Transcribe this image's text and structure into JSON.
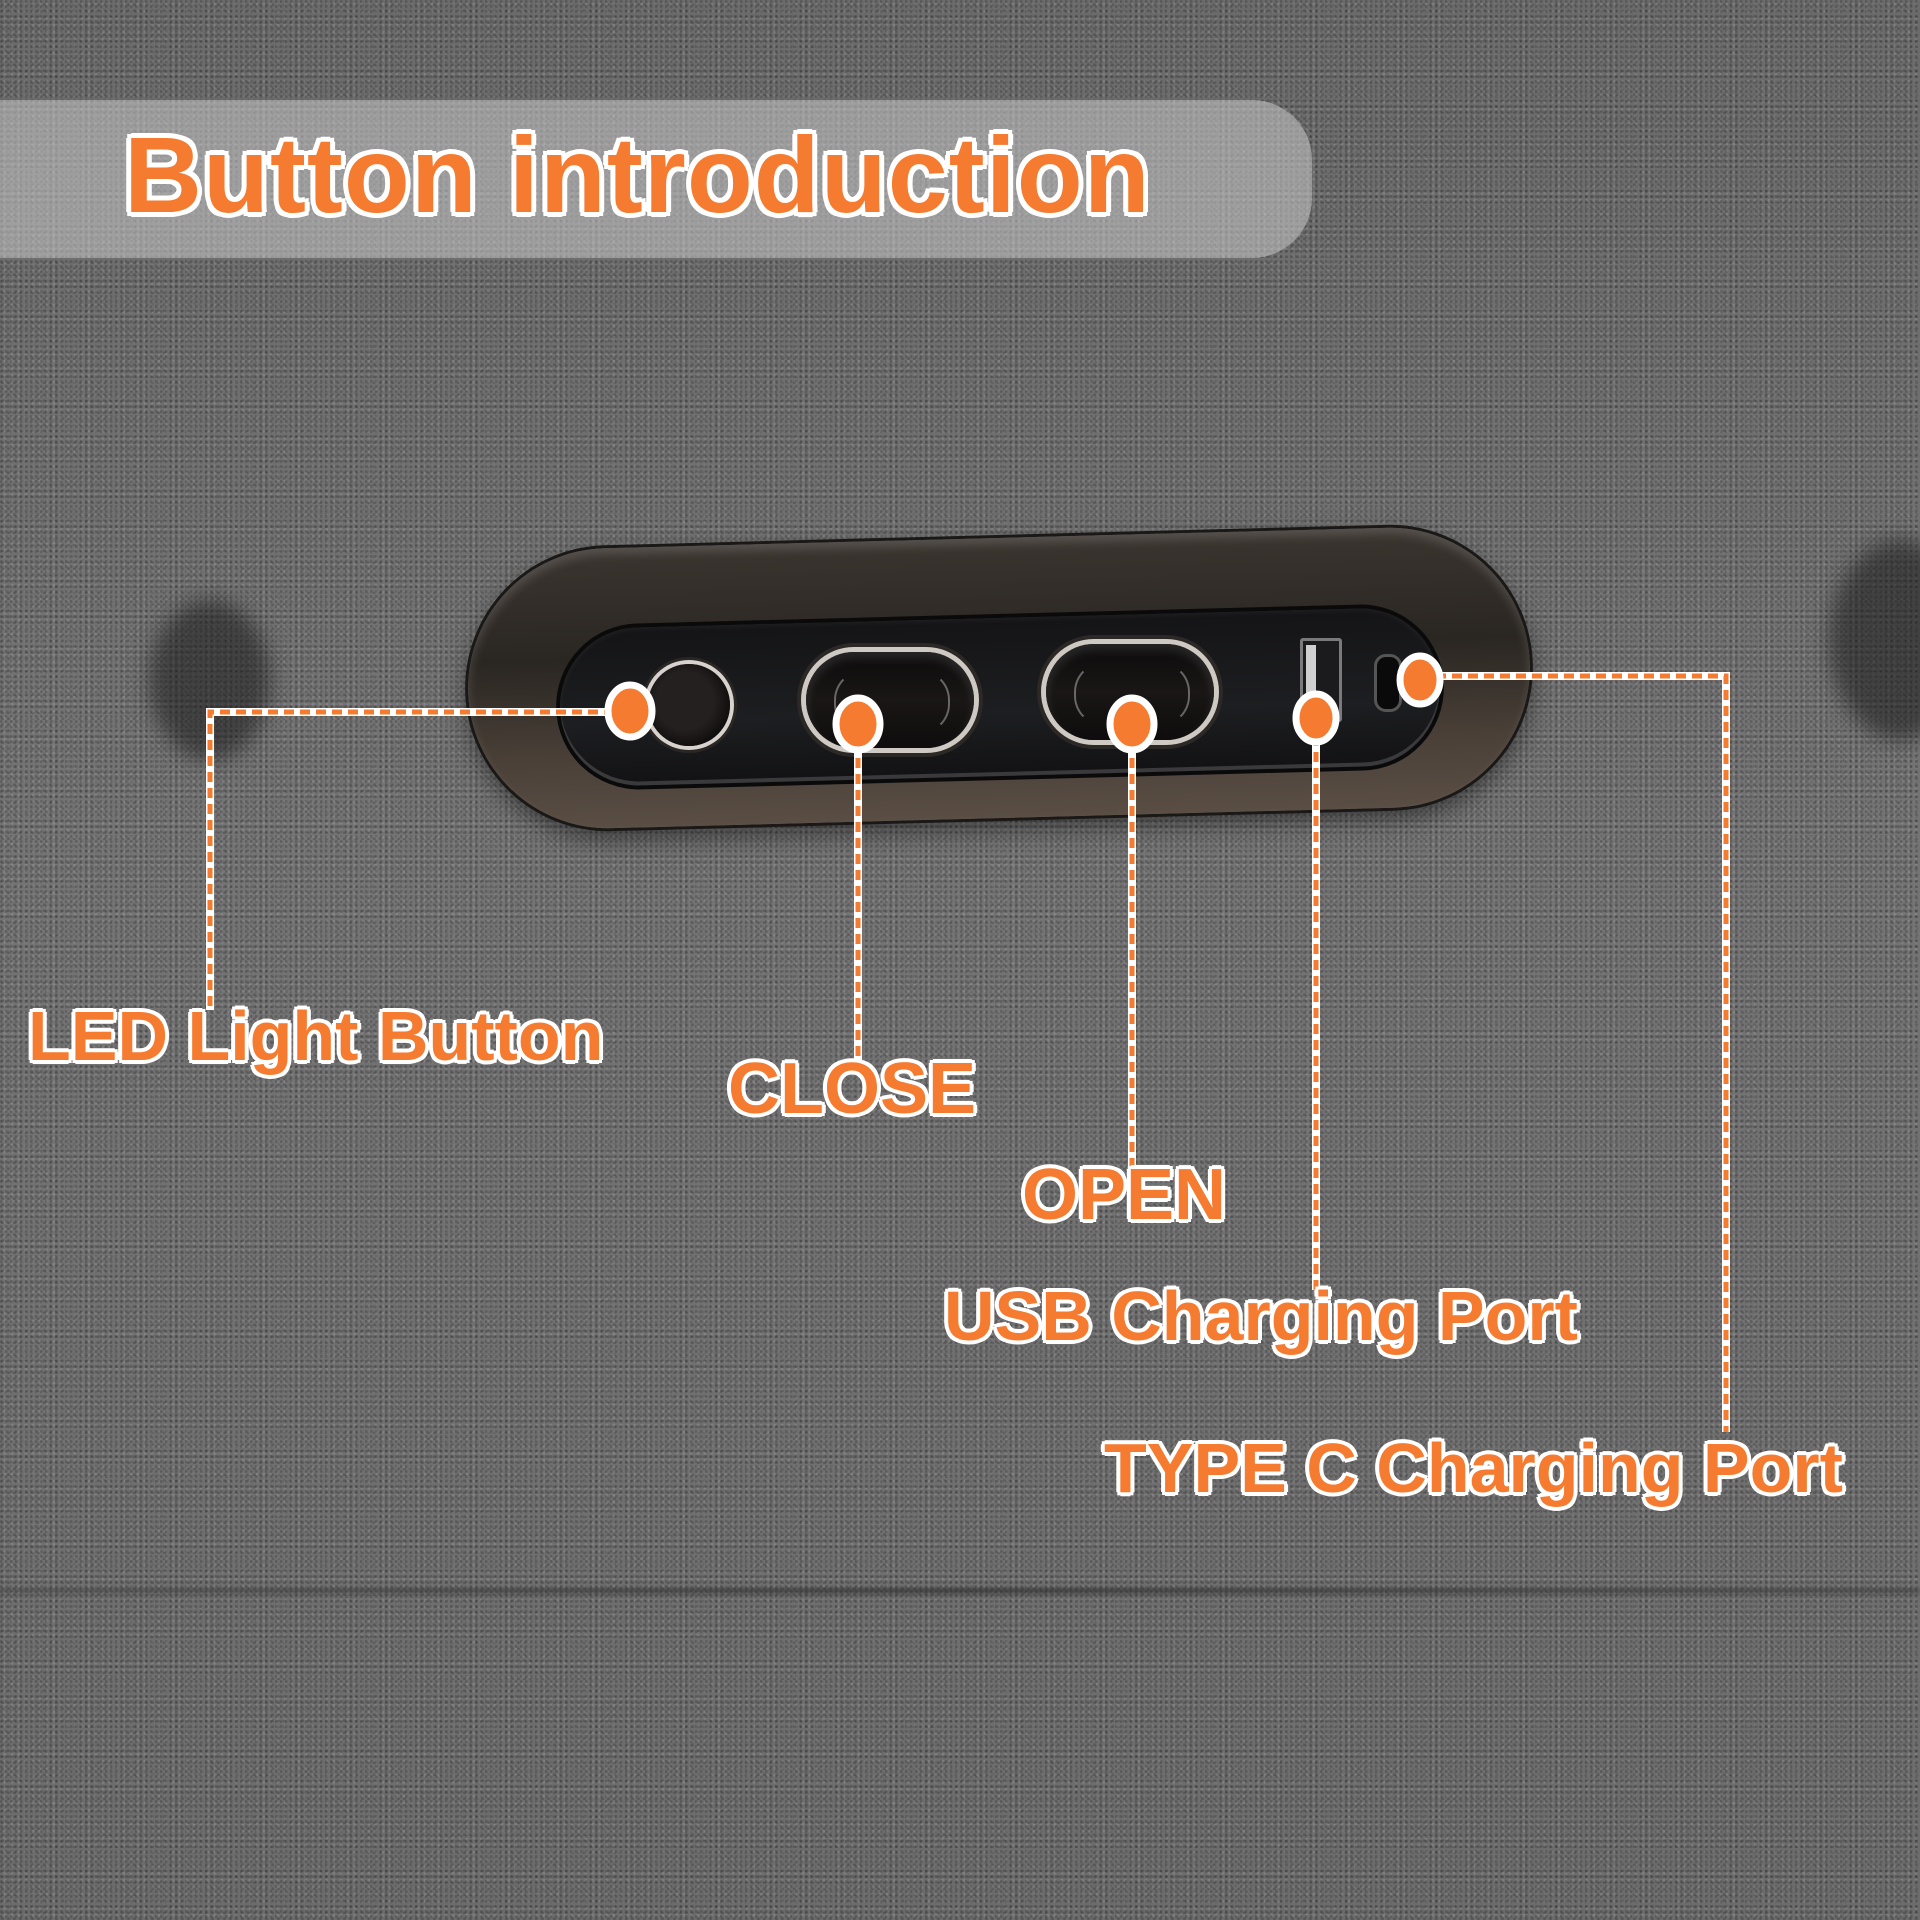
{
  "title": "Button introduction",
  "colors": {
    "accent": "#f47b30",
    "outline": "#ffffff",
    "background": "#6f6f6f"
  },
  "callouts": [
    {
      "id": "led",
      "label": "LED Light Button",
      "target": "led-light-button"
    },
    {
      "id": "close",
      "label": "CLOSE",
      "target": "close-rocker-button"
    },
    {
      "id": "open",
      "label": "OPEN",
      "target": "open-rocker-button"
    },
    {
      "id": "usb",
      "label": "USB Charging Port",
      "target": "usb-charging-port"
    },
    {
      "id": "typec",
      "label": "TYPE C Charging Port",
      "target": "type-c-charging-port"
    }
  ]
}
